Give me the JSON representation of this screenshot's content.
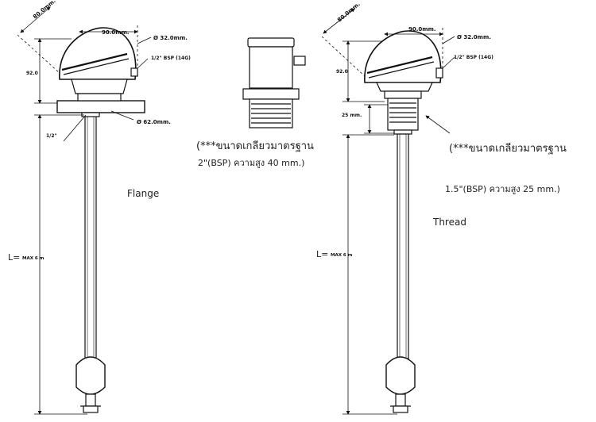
{
  "left_drawing": {
    "dims": {
      "diag": "80.0mm.",
      "width_label": "90.0mm.",
      "dia_cap": "Ø 32.0mm.",
      "bsp": "1/2\" BSP (14G)",
      "height": "92.0",
      "flange_dia": "Ø 62.0mm.",
      "pipe": "1/2\"",
      "length_prefix": "L=",
      "length_value": "MAX 6 m"
    },
    "label": "Flange"
  },
  "middle_note": {
    "line1": "(***ขนาดเกลียวมาตรฐาน",
    "line2": "2\"(BSP) ความสูง 40 mm.)"
  },
  "right_drawing": {
    "dims": {
      "diag": "80.0mm.",
      "width_label": "90.0mm.",
      "dia_cap": "Ø 32.0mm.",
      "bsp": "1/2\" BSP (14G)",
      "height": "92.0",
      "thread_h": "25 mm.",
      "length_prefix": "L=",
      "length_value": "MAX 6 m"
    },
    "label": "Thread",
    "note_line1": "(***ขนาดเกลียวมาตรฐาน",
    "note_line2": "1.5\"(BSP) ความสูง 25 mm.)"
  }
}
